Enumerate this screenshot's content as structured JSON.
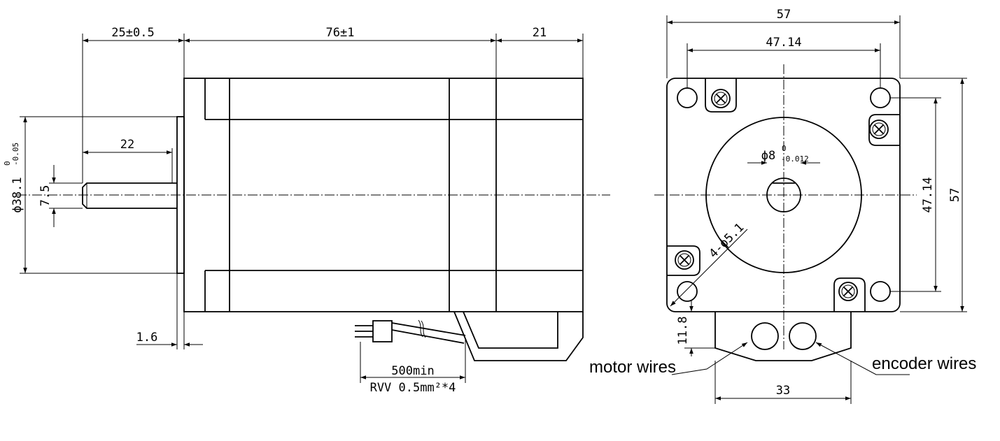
{
  "side_view": {
    "dim_25": "25±0.5",
    "dim_76": "76±1",
    "dim_21": "21",
    "dim_22": "22",
    "dim_flange_diam": "ϕ38.1",
    "dim_flange_tol_upper": "0",
    "dim_flange_tol_lower": "-0.05",
    "dim_7_5": "7.5",
    "dim_1_6": "1.6",
    "dim_500": "500min",
    "cable_spec": "RVV 0.5mm²*4"
  },
  "front_view": {
    "dim_57_top": "57",
    "dim_47_14_top": "47.14",
    "dim_57_right": "57",
    "dim_47_14_right": "47.14",
    "dim_shaft_diam": "ϕ8",
    "dim_shaft_tol_upper": "0",
    "dim_shaft_tol_lower": "-0.012",
    "dim_holes": "4-ϕ5.1",
    "dim_11_8": "11.8",
    "dim_33": "33",
    "label_motor_wires": "motor wires",
    "label_encoder_wires": "encoder wires"
  }
}
